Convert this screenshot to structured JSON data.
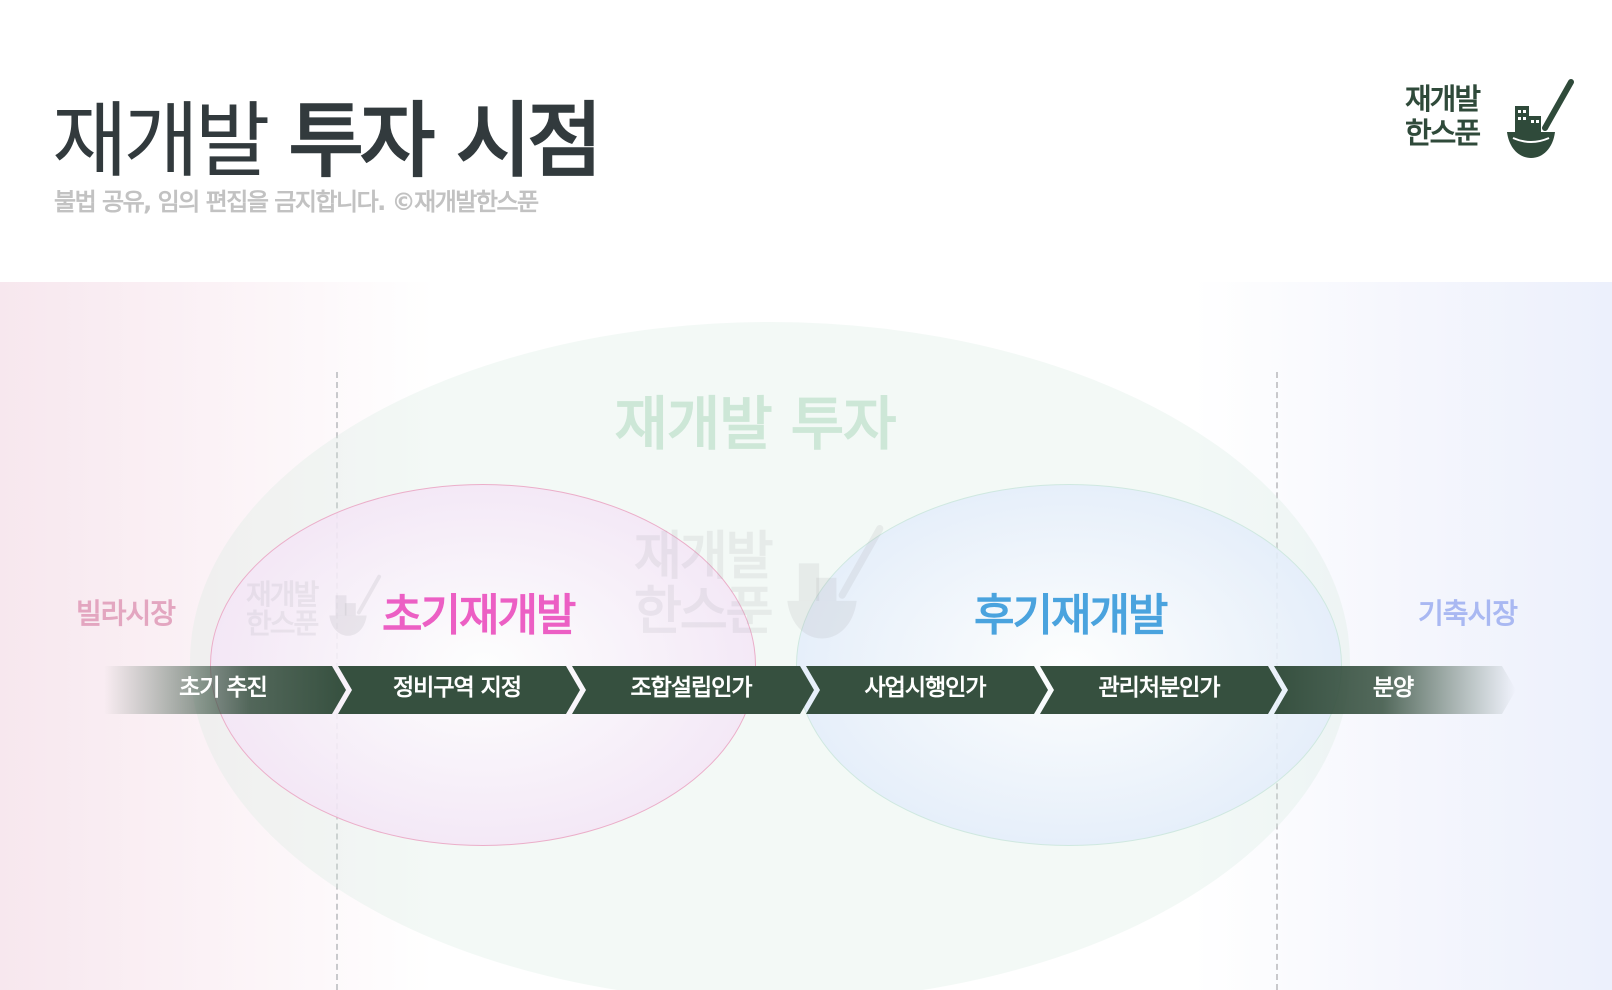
{
  "header": {
    "title_regular": "재개발",
    "title_bold": "투자 시점",
    "subtitle": "불법 공유, 임의 편집을 금지합니다. ©재개발한스푼"
  },
  "logo": {
    "line1": "재개발",
    "line2": "한스푼",
    "icon": "bowl-with-spoon-and-buildings-icon",
    "color": "#2f4a3a"
  },
  "diagram": {
    "outer_label": "재개발 투자",
    "left_market": "빌라시장",
    "right_market": "기축시장",
    "early_phase": "초기재개발",
    "late_phase": "후기재개발",
    "watermark_line1": "재개발",
    "watermark_line2": "한스푼",
    "steps": [
      {
        "label": "초기 추진"
      },
      {
        "label": "정비구역 지정"
      },
      {
        "label": "조합설립인가"
      },
      {
        "label": "사업시행인가"
      },
      {
        "label": "관리처분인가"
      },
      {
        "label": "분양"
      }
    ],
    "colors": {
      "step_fill": "#36503f",
      "early_accent": "#ec5fc4",
      "late_accent": "#4aa3de",
      "villa_text": "#e3a6c0",
      "newbuild_text": "#a9b8f2"
    }
  }
}
